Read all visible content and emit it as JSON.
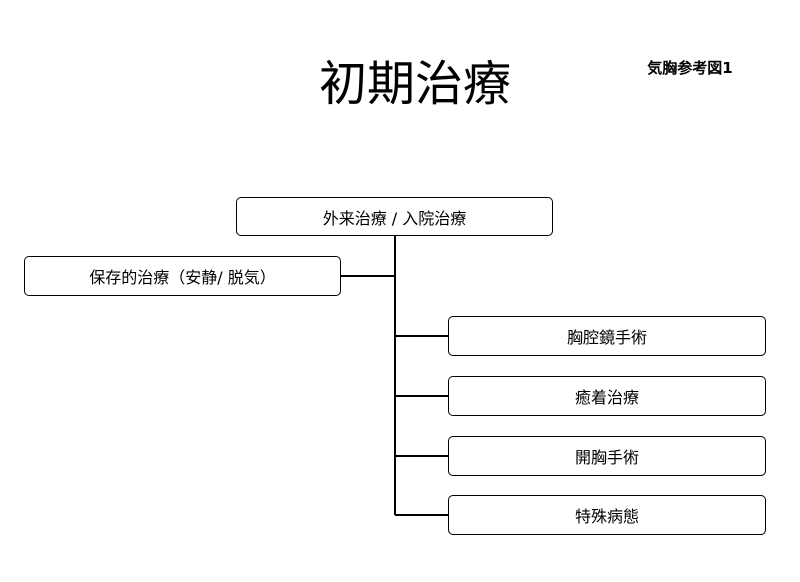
{
  "title": "初期治療",
  "reference": "気胸参考図1",
  "nodes": {
    "root": "外来治療 / 入院治療",
    "conservative": "保存的治療（安静/ 脱気）",
    "thoracoscopic": "胸腔鏡手術",
    "pleurodesis": "癒着治療",
    "thoracotomy": "開胸手術",
    "special": "特殊病態"
  }
}
